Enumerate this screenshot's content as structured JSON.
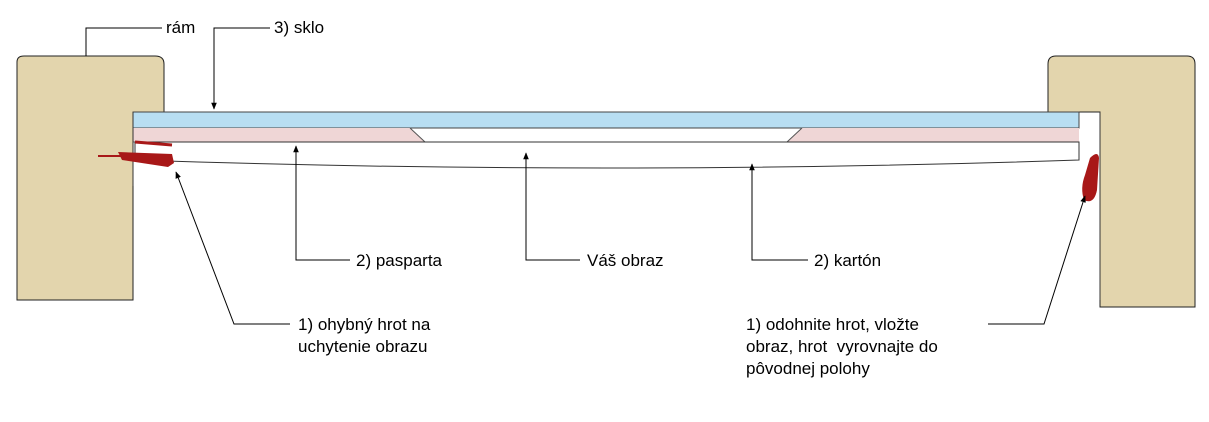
{
  "labels": {
    "frame": "rám",
    "glass": "3) sklo",
    "passepartout": "2) pasparta",
    "picture": "Váš obraz",
    "cardboard": "2) kartón",
    "flex_tip_line1": "1) ohybný hrot na",
    "flex_tip_line2": "uchytenie obrazu",
    "instructions_line1": "1) odohnite hrot, vložte",
    "instructions_line2": "obraz, hrot  vyrovnajte do",
    "instructions_line3": "pôvodnej polohy"
  },
  "colors": {
    "frame": "#e3d5ad",
    "glass": "#b8def2",
    "passepartout": "#efd6d6",
    "picture": "#d42222",
    "tip": "#a81818",
    "line": "#000000"
  }
}
